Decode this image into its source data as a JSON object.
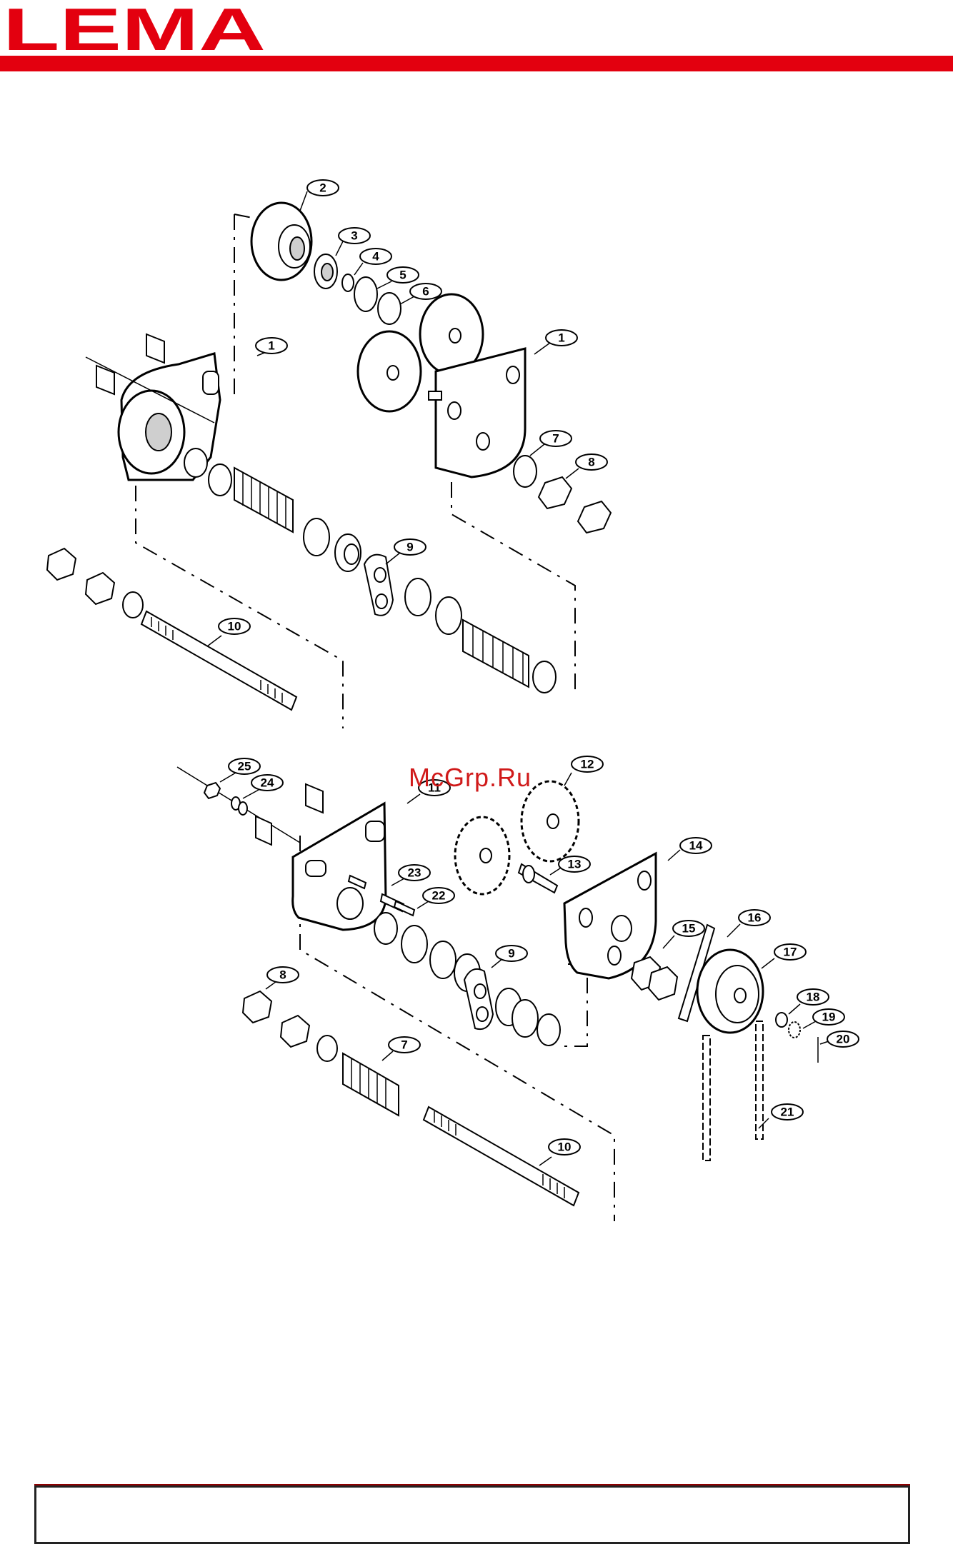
{
  "brand": {
    "logo_text": "LEMA",
    "color": "#e3000f"
  },
  "watermark": "McGrp.Ru",
  "callouts_upper": [
    "1",
    "2",
    "3",
    "4",
    "5",
    "6",
    "1",
    "7",
    "8",
    "9",
    "10"
  ],
  "callouts_lower": [
    "25",
    "24",
    "11",
    "12",
    "13",
    "14",
    "23",
    "22",
    "9",
    "8",
    "7",
    "10",
    "15",
    "16",
    "17",
    "18",
    "19",
    "20",
    "21"
  ],
  "footer": {
    "text": ""
  }
}
